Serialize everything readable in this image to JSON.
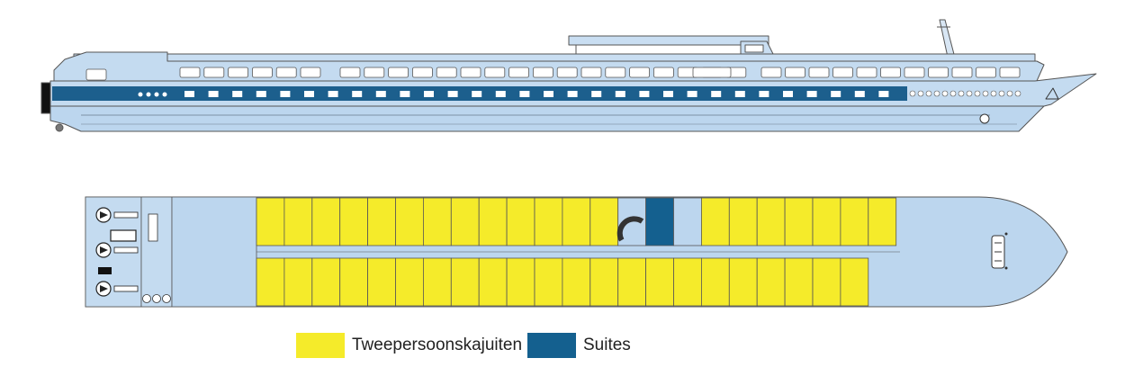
{
  "colors": {
    "hull": "#bcd6ee",
    "hull_outline": "#4a4a4a",
    "stripe": "#1c5f8d",
    "double_cabin": "#f5eb2a",
    "suite": "#14608f",
    "deck": "#bcd6ee"
  },
  "legend": {
    "items": [
      {
        "label": "Tweepersoonskajuiten",
        "color": "#f5eb2a"
      },
      {
        "label": "Suites",
        "color": "#14608f"
      }
    ]
  },
  "deck_plan": {
    "top_row": [
      "double",
      "double",
      "double",
      "double",
      "double",
      "double",
      "double",
      "double",
      "double",
      "double",
      "double",
      "double",
      "double",
      "stair",
      "suite",
      "service",
      "double",
      "double",
      "double",
      "double",
      "double",
      "double",
      "double"
    ],
    "bottom_row": [
      "double",
      "double",
      "double",
      "double",
      "double",
      "double",
      "double",
      "double",
      "double",
      "double",
      "double",
      "double",
      "double",
      "double",
      "double",
      "double",
      "double",
      "double",
      "double",
      "double",
      "double",
      "double"
    ]
  }
}
